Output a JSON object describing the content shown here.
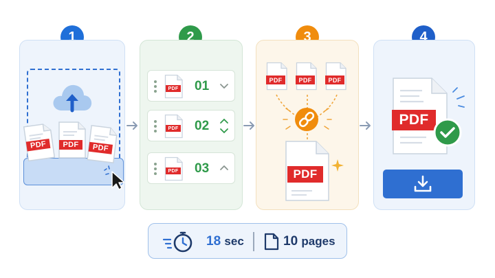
{
  "steps": [
    {
      "number": "1",
      "color": "#1f6fd9"
    },
    {
      "number": "2",
      "color": "#2f9a4a"
    },
    {
      "number": "3",
      "color": "#f08c0d"
    },
    {
      "number": "4",
      "color": "#1f5fc9"
    }
  ],
  "upload": {
    "file_tags": [
      "PDF",
      "PDF",
      "PDF"
    ],
    "icon": "cloud-upload-icon"
  },
  "order": {
    "rows": [
      {
        "tag": "PDF",
        "number": "01",
        "control": "chevron-down"
      },
      {
        "tag": "PDF",
        "number": "02",
        "control": "chevron-up-down"
      },
      {
        "tag": "PDF",
        "number": "03",
        "control": "chevron-up"
      }
    ]
  },
  "merge": {
    "input_tags": [
      "PDF",
      "PDF",
      "PDF"
    ],
    "output_tag": "PDF",
    "icon": "link-icon"
  },
  "result": {
    "tag": "PDF",
    "status_icon": "check-circle-icon",
    "download_icon": "download-icon"
  },
  "stats": {
    "time_value": "18",
    "time_unit": "sec",
    "pages_value": "10",
    "pages_unit": "pages"
  },
  "colors": {
    "blue": "#2f6fd1",
    "green": "#2f9a4a",
    "orange": "#f08c0d",
    "pdf_red": "#e02b2b"
  }
}
